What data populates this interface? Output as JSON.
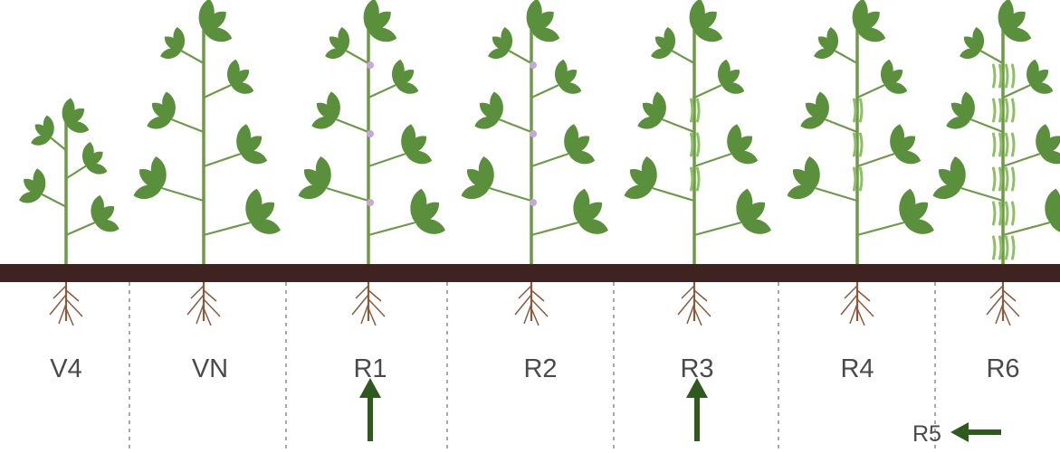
{
  "colors": {
    "soil": "#3f2321",
    "leaf": "#5a8f3c",
    "leaf_light": "#6fa84a",
    "stem": "#6d9a46",
    "root": "#8a5a3c",
    "arrow": "#2e5a1e",
    "divider": "#7a7a7a",
    "flower": "#c9a6d8",
    "pod": "#8cc063",
    "label": "#4a4a4a"
  },
  "stages": [
    {
      "label": "V4",
      "plant": "small"
    },
    {
      "label": "VN",
      "plant": "tall"
    },
    {
      "label": "R1",
      "plant": "flower",
      "arrow": "up"
    },
    {
      "label": "R2",
      "plant": "flower"
    },
    {
      "label": "R3",
      "plant": "pod",
      "arrow": "up"
    },
    {
      "label": "R4",
      "plant": "pod"
    },
    {
      "label": "R6",
      "plant": "full-pod"
    }
  ],
  "annotation": {
    "label": "R5",
    "arrow": "left"
  }
}
